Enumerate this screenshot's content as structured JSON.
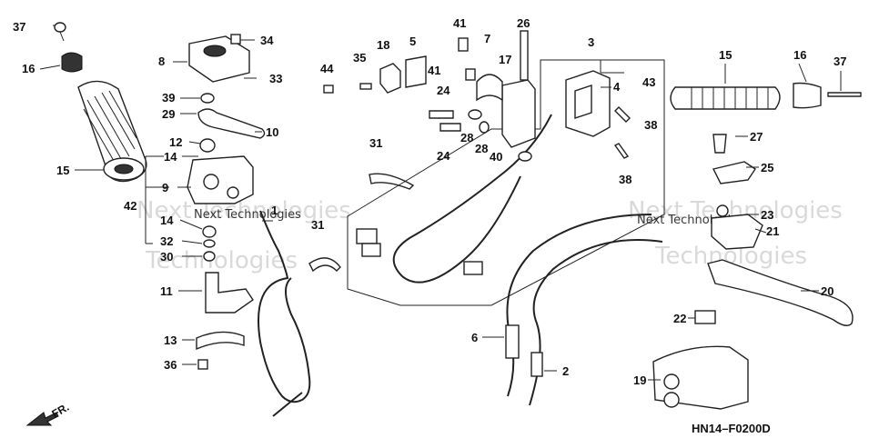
{
  "diagram": {
    "code": "HN14–F0200D",
    "front_label": "FR.",
    "watermark_line1": "Next Technologies",
    "watermark_line2": "Technologies",
    "callouts": {
      "c1": "1",
      "c2": "2",
      "c3": "3",
      "c4": "4",
      "c5": "5",
      "c6": "6",
      "c7": "7",
      "c8": "8",
      "c9": "9",
      "c10": "10",
      "c11": "11",
      "c12": "12",
      "c13": "13",
      "c14a": "14",
      "c14b": "14",
      "c15a": "15",
      "c15b": "15",
      "c16a": "16",
      "c16b": "16",
      "c17": "17",
      "c18": "18",
      "c19": "19",
      "c20": "20",
      "c21": "21",
      "c22": "22",
      "c23": "23",
      "c24a": "24",
      "c24b": "24",
      "c25": "25",
      "c26": "26",
      "c27": "27",
      "c28a": "28",
      "c28b": "28",
      "c29": "29",
      "c30": "30",
      "c31a": "31",
      "c31b": "31",
      "c32": "32",
      "c33": "33",
      "c34": "34",
      "c35": "35",
      "c36": "36",
      "c37a": "37",
      "c37b": "37",
      "c38a": "38",
      "c38b": "38",
      "c39": "39",
      "c40": "40",
      "c41a": "41",
      "c41b": "41",
      "c42": "42",
      "c43": "43",
      "c44": "44"
    }
  }
}
